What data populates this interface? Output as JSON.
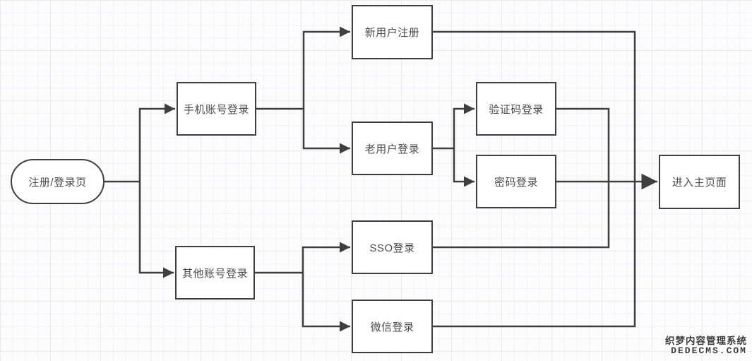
{
  "diagram": {
    "type": "flowchart",
    "nodes": {
      "start": {
        "label": "注册/登录页",
        "shape": "stadium"
      },
      "phone_login": {
        "label": "手机账号登录",
        "shape": "rect"
      },
      "other_login": {
        "label": "其他账号登录",
        "shape": "rect"
      },
      "new_user_register": {
        "label": "新用户注册",
        "shape": "rect"
      },
      "old_user_login": {
        "label": "老用户登录",
        "shape": "rect"
      },
      "captcha_login": {
        "label": "验证码登录",
        "shape": "rect"
      },
      "password_login": {
        "label": "密码登录",
        "shape": "rect"
      },
      "sso_login": {
        "label": "SSO登录",
        "shape": "rect"
      },
      "wechat_login": {
        "label": "微信登录",
        "shape": "rect"
      },
      "main_page": {
        "label": "进入主页面",
        "shape": "rect"
      }
    },
    "edges": [
      {
        "from": "start",
        "to": "phone_login"
      },
      {
        "from": "start",
        "to": "other_login"
      },
      {
        "from": "phone_login",
        "to": "new_user_register"
      },
      {
        "from": "phone_login",
        "to": "old_user_login"
      },
      {
        "from": "old_user_login",
        "to": "captcha_login"
      },
      {
        "from": "old_user_login",
        "to": "password_login"
      },
      {
        "from": "other_login",
        "to": "sso_login"
      },
      {
        "from": "other_login",
        "to": "wechat_login"
      },
      {
        "from": "new_user_register",
        "to": "main_page"
      },
      {
        "from": "captcha_login",
        "to": "main_page"
      },
      {
        "from": "password_login",
        "to": "main_page"
      },
      {
        "from": "sso_login",
        "to": "main_page"
      },
      {
        "from": "wechat_login",
        "to": "main_page"
      }
    ],
    "colors": {
      "line": "#3f3f3f",
      "box_border": "#3f3f3f",
      "box_fill": "#ffffff",
      "text": "#4a4a4a",
      "grid_minor": "#f2f2f6",
      "grid_major": "#e9e9ee",
      "background": "#fcfcfd"
    }
  },
  "watermark": {
    "line1": "织梦内容管理系统",
    "line2": "DEDECMS.COM"
  }
}
